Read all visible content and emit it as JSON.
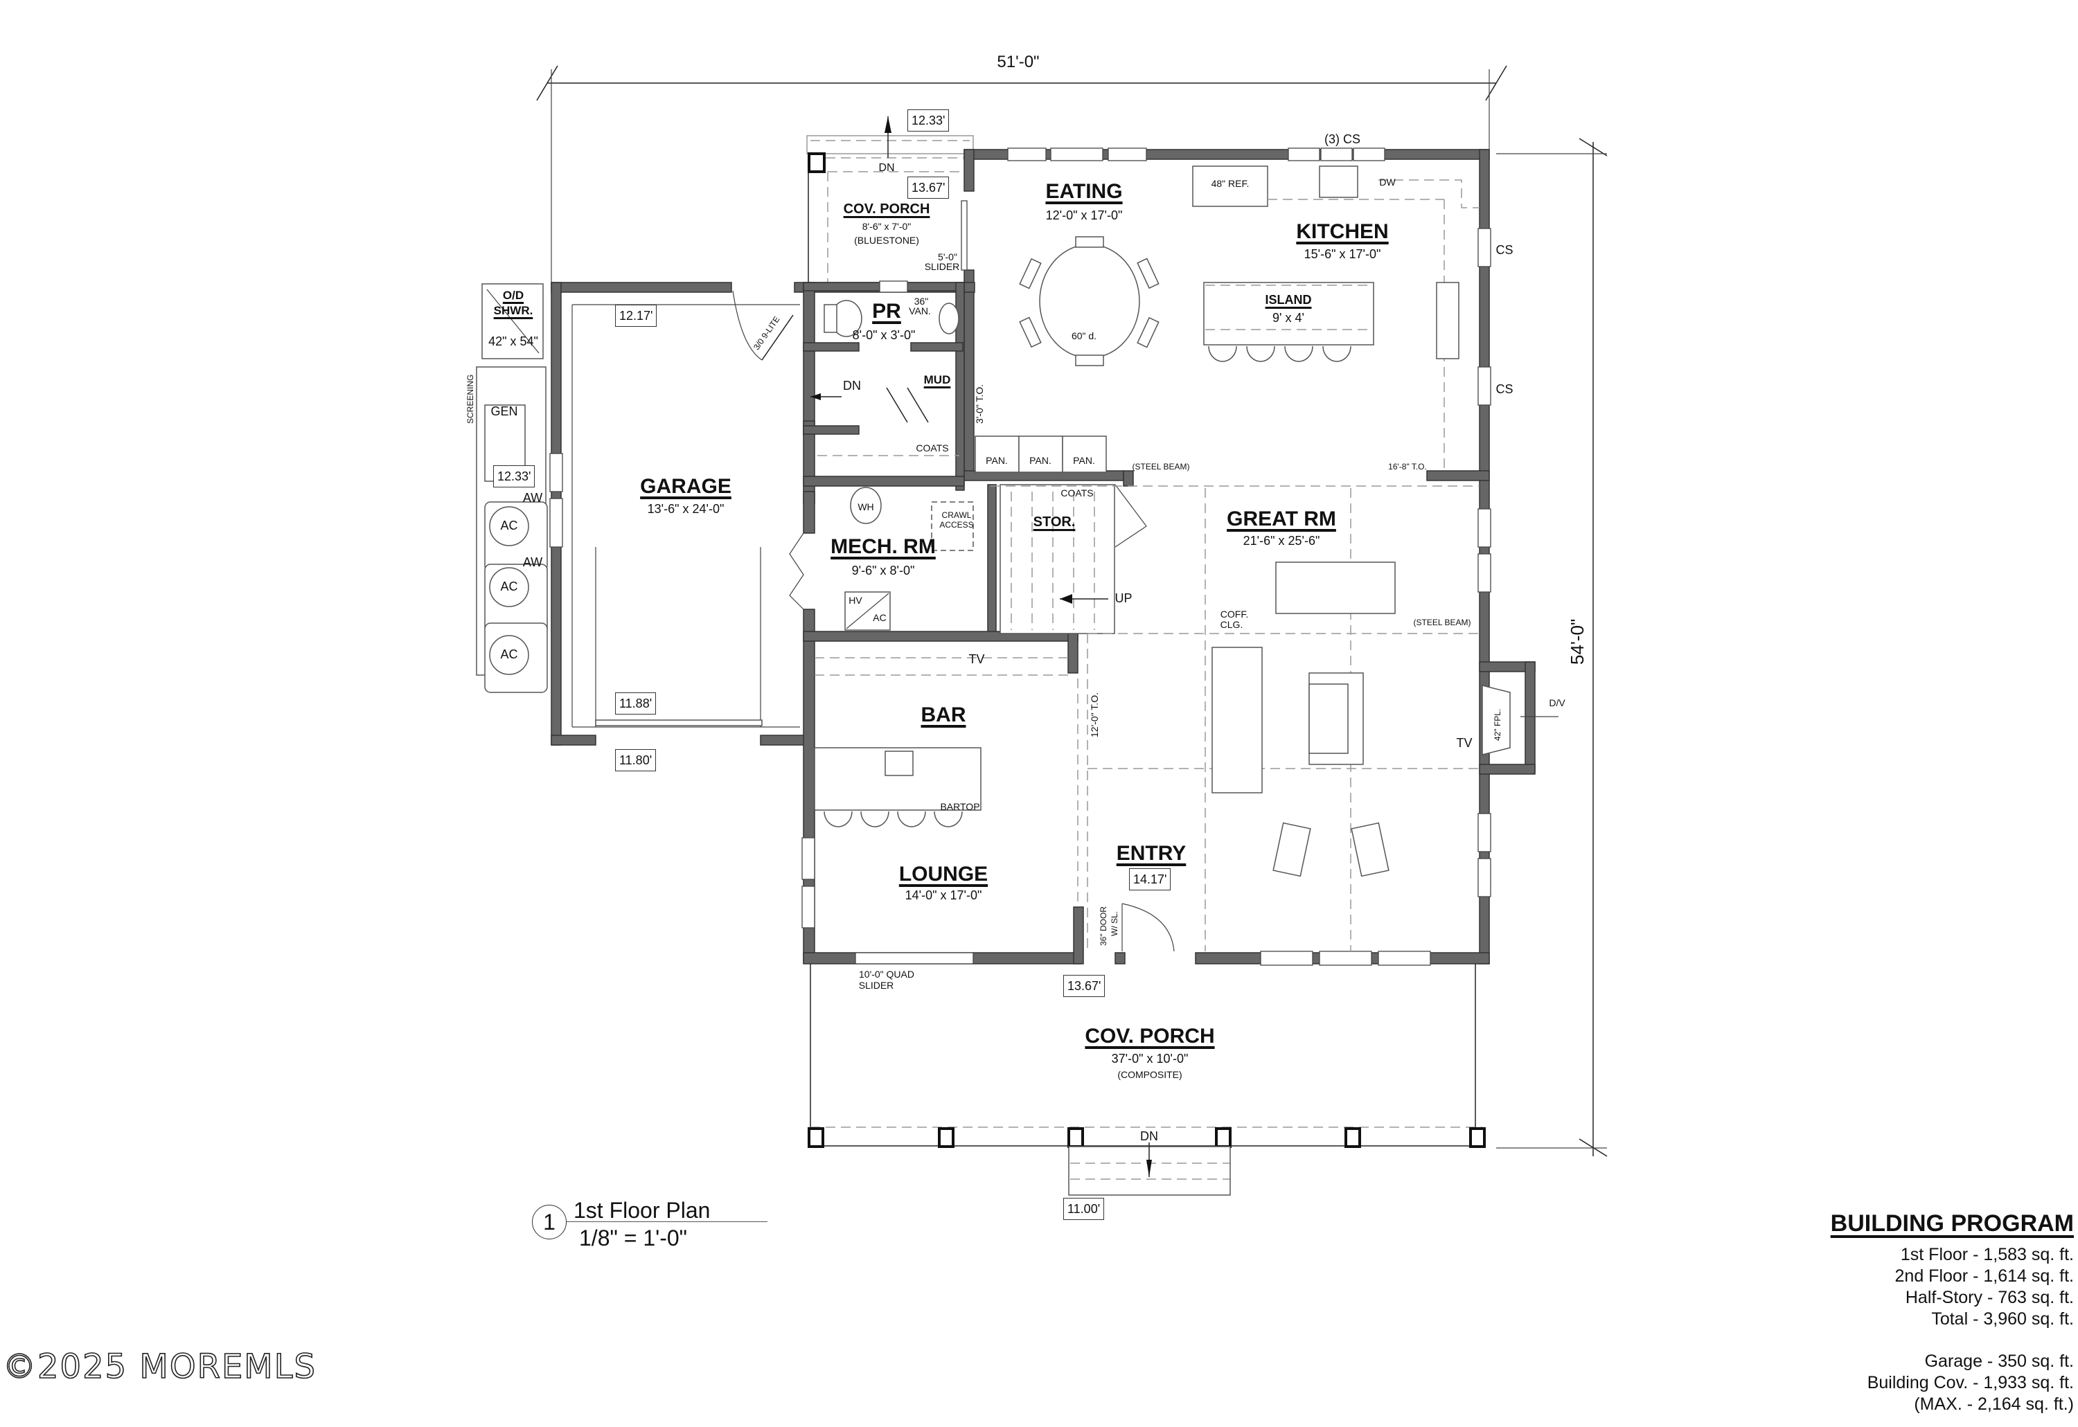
{
  "overall_dimensions": {
    "width": "51'-0\"",
    "depth": "54'-0\""
  },
  "rooms": {
    "cov_porch_rear": {
      "name": "COV. PORCH",
      "size": "8'-6\" x 7'-0\"",
      "material": "(BLUESTONE)"
    },
    "eating": {
      "name": "EATING",
      "size": "12'-0\" x 17'-0\""
    },
    "kitchen": {
      "name": "KITCHEN",
      "size": "15'-6\" x 17'-0\""
    },
    "island": {
      "name": "ISLAND",
      "size": "9' x 4'"
    },
    "pr": {
      "name": "PR",
      "size": "8'-0\" x 3'-0\""
    },
    "mud": {
      "name": "MUD"
    },
    "od_shower": {
      "name_line1": "O/D",
      "name_line2": "SHWR.",
      "size": "42\" x 54\""
    },
    "garage": {
      "name": "GARAGE",
      "size": "13'-6\" x 24'-0\""
    },
    "mech_rm": {
      "name": "MECH. RM",
      "size": "9'-6\" x 8'-0\""
    },
    "stor": {
      "name": "STOR."
    },
    "great_rm": {
      "name": "GREAT RM",
      "size": "21'-6\" x 25'-6\""
    },
    "bar": {
      "name": "BAR"
    },
    "lounge": {
      "name": "LOUNGE",
      "size": "14'-0\" x 17'-0\""
    },
    "entry": {
      "name": "ENTRY"
    },
    "cov_porch_front": {
      "name": "COV. PORCH",
      "size": "37'-0\" x 10'-0\"",
      "material": "(COMPOSITE)"
    }
  },
  "elevation_tags": {
    "rear_porch_top": "12.33'",
    "rear_porch": "13.67'",
    "garage_top": "12.17'",
    "equipment_pad": "12.33'",
    "garage_floor": "11.88'",
    "garage_apron": "11.80'",
    "entry": "14.17'",
    "front_porch": "13.67'",
    "front_steps": "11.00'"
  },
  "annotations": {
    "dn_rear": "DN",
    "slider_rear_1": "5'-0\"",
    "slider_rear_2": "SLIDER",
    "van_1": "36\"",
    "van_2": "VAN.",
    "door_9lite": "3/0 9-LITE",
    "dn_mud": "DN",
    "coats_mud": "COATS",
    "to_3": "3'-0\" T.O.",
    "screening": "SCREENING",
    "gen": "GEN",
    "aw_1": "AW",
    "aw_2": "AW",
    "ac_1": "AC",
    "ac_2": "AC",
    "ac_3": "AC",
    "wh": "WH",
    "crawl_1": "CRAWL",
    "crawl_2": "ACCESS",
    "hv": "HV",
    "hv_ac": "AC",
    "coats_stair": "COATS",
    "up": "UP",
    "ref": "48\" REF.",
    "dw": "DW",
    "cs_top": "(3) CS",
    "cs_right_1": "CS",
    "cs_right_2": "CS",
    "table": "60\" d.",
    "pan_1": "PAN.",
    "pan_2": "PAN.",
    "pan_3": "PAN.",
    "steel_beam_1": "(STEEL BEAM)",
    "to_16_8": "16'-8\" T.O.",
    "coff_1": "COFF.",
    "coff_2": "CLG.",
    "steel_beam_2": "(STEEL BEAM)",
    "fpl": "42\" FPL.",
    "dv": "D/V",
    "tv_great": "TV",
    "tv_bar": "TV",
    "to_12": "12'-0\" T.O.",
    "bartop": "BARTOP",
    "door_36": "36\" DOOR",
    "door_sl": "W/ SL.",
    "quad_1": "10'-0\" QUAD",
    "quad_2": "SLIDER",
    "dn_front": "DN"
  },
  "title_block": {
    "number": "1",
    "name": "1st Floor Plan",
    "scale": "1/8\" = 1'-0\""
  },
  "building_program": {
    "title": "BUILDING PROGRAM",
    "rows": [
      "1st Floor - 1,583 sq. ft.",
      "2nd Floor - 1,614 sq. ft.",
      "Half-Story - 763 sq. ft.",
      "Total - 3,960 sq. ft."
    ],
    "rows2": [
      "Garage - 350 sq. ft.",
      "Building Cov. - 1,933 sq. ft.",
      "(MAX. - 2,164 sq. ft.)"
    ]
  },
  "watermark": "©2025 MOREMLS",
  "colors": {
    "wall": "#666666",
    "line": "#222222",
    "dash": "#9a9a9a"
  }
}
